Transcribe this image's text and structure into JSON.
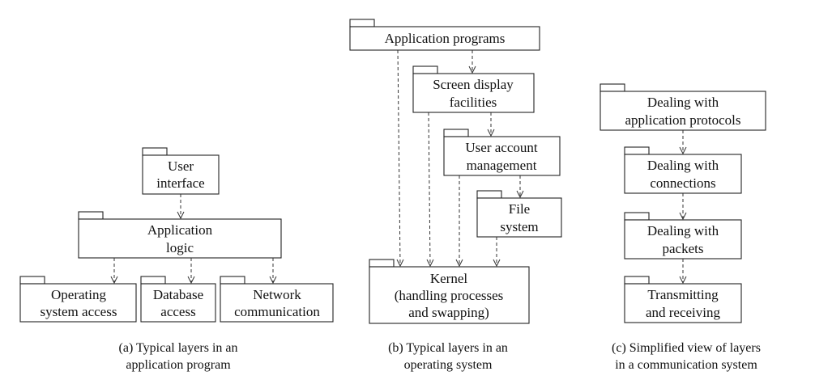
{
  "diagram_a": {
    "user_interface": [
      "User",
      "interface"
    ],
    "application_logic": [
      "Application",
      "logic"
    ],
    "os_access": [
      "Operating",
      "system access"
    ],
    "database_access": [
      "Database",
      "access"
    ],
    "network_communication": [
      "Network",
      "communication"
    ],
    "caption": [
      "(a) Typical layers in an",
      "application program"
    ]
  },
  "diagram_b": {
    "application_programs": [
      "Application programs"
    ],
    "screen_display": [
      "Screen display",
      "facilities"
    ],
    "user_account": [
      "User account",
      "management"
    ],
    "file_system": [
      "File",
      "system"
    ],
    "kernel": [
      "Kernel",
      "(handling processes",
      "and swapping)"
    ],
    "caption": [
      "(b) Typical layers in an",
      "operating system"
    ]
  },
  "diagram_c": {
    "app_protocols": [
      "Dealing with",
      "application protocols"
    ],
    "connections": [
      "Dealing with",
      "connections"
    ],
    "packets": [
      "Dealing with",
      "packets"
    ],
    "transmitting": [
      "Transmitting",
      "and receiving"
    ],
    "caption": [
      "(c) Simplified view of layers",
      "in a communication system"
    ]
  }
}
